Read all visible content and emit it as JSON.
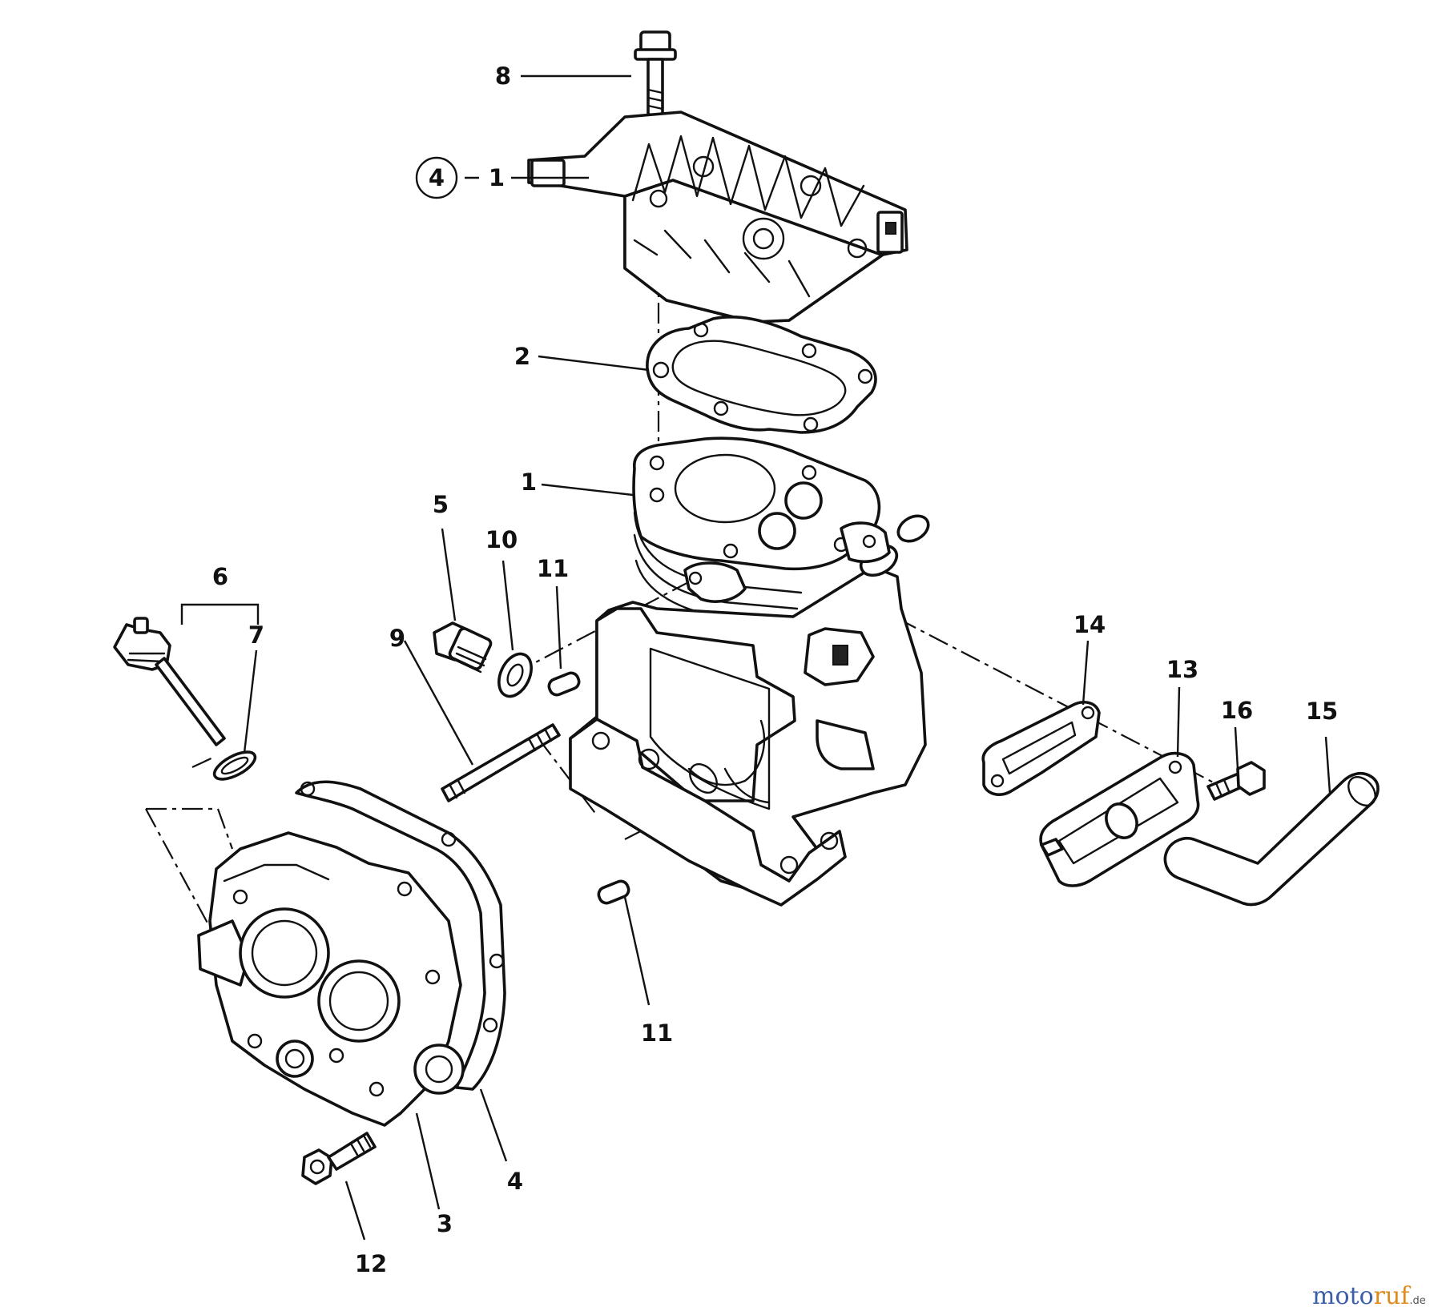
{
  "callouts": {
    "c1_top": "1",
    "c1_mid": "1",
    "c2": "2",
    "c3": "3",
    "c4_bottom": "4",
    "c4_circled": "4",
    "c5": "5",
    "c6": "6",
    "c7": "7",
    "c8": "8",
    "c9": "9",
    "c10": "10",
    "c11_upper": "11",
    "c11_lower": "11",
    "c12": "12",
    "c13": "13",
    "c14": "14",
    "c15": "15",
    "c16": "16"
  },
  "watermark": {
    "brand_moto": "moto",
    "brand_ruf": "ruf",
    "suffix": ".de"
  },
  "colors": {
    "line": "#111111",
    "background": "#ffffff",
    "watermark_blue": "#3a5ea8",
    "watermark_orange": "#e08a1e"
  }
}
